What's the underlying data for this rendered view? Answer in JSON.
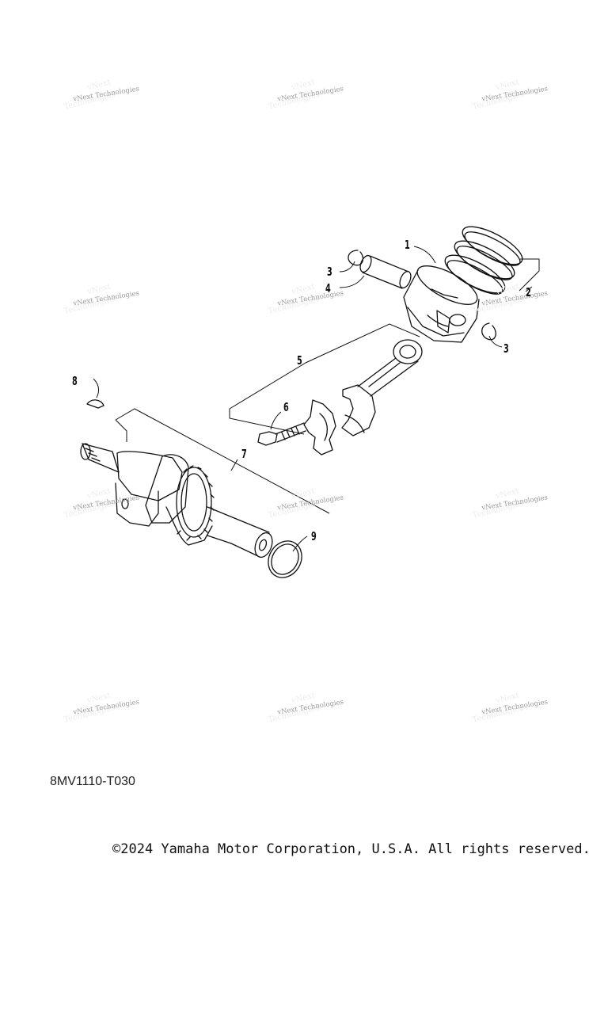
{
  "watermark": {
    "text": "vNext Technologies",
    "ghost_text": "Technologies",
    "ghost_text_2": "vNext"
  },
  "callouts": [
    "1",
    "2",
    "3",
    "3",
    "4",
    "5",
    "6",
    "7",
    "8",
    "9"
  ],
  "diagram_code": "8MV1110-T030",
  "copyright": "©2024 Yamaha Motor Corporation, U.S.A. All rights reserved."
}
